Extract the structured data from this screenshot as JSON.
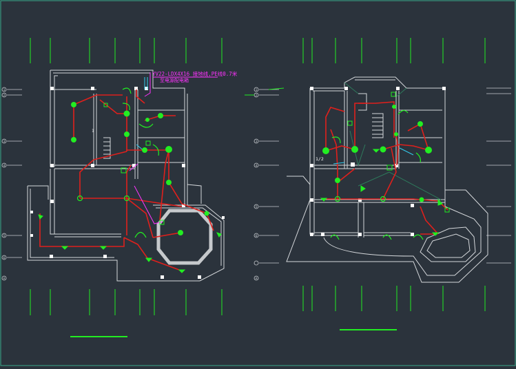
{
  "colors": {
    "background": "#2b333c",
    "wall": "#d6d9dc",
    "wiring": "#e0201c",
    "fixture": "#22ee22",
    "annotation": "#ff33ff",
    "cyan": "#33ccee",
    "axis": "#c8ccd0",
    "frame": "#3aaa8a"
  },
  "left_plan": {
    "callout_line1": "YV22-LDX4X16 接地线,PE线0.7米",
    "callout_line2": "至电源配电箱",
    "room_label": "1",
    "axis_labels": [
      "1",
      "2",
      "3",
      "4",
      "5",
      "6",
      "A"
    ]
  },
  "right_plan": {
    "note_label": "1/2",
    "axis_labels": [
      "1",
      "2",
      "3",
      "4",
      "5",
      "6",
      "A"
    ]
  }
}
